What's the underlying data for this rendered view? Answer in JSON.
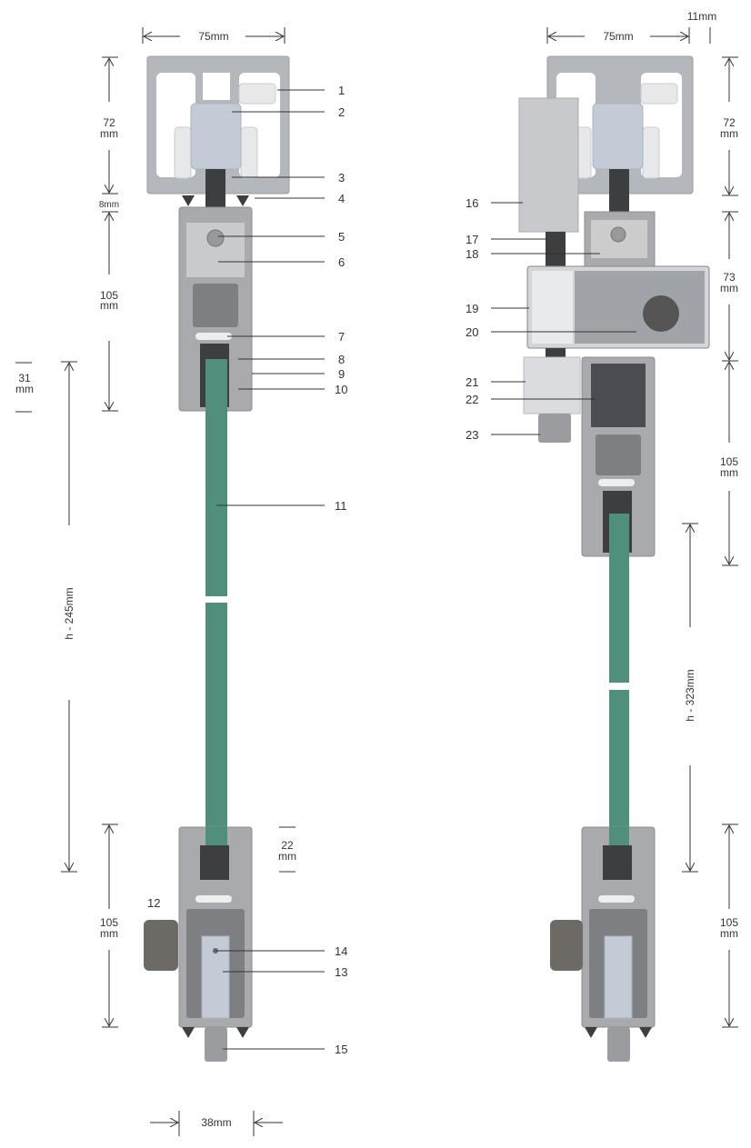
{
  "left": {
    "dimensions": {
      "width_top": "75mm",
      "bracket_height": [
        "72",
        "mm"
      ],
      "gap": "8mm",
      "upper_body": [
        "105",
        "mm"
      ],
      "glass_insert": [
        "31",
        "mm"
      ],
      "glass_height": "h - 245mm",
      "lower_insert": [
        "22",
        "mm"
      ],
      "lower_body": [
        "105",
        "mm"
      ],
      "width_bottom": "38mm"
    },
    "callouts": [
      "1",
      "2",
      "3",
      "4",
      "5",
      "6",
      "7",
      "8",
      "9",
      "10",
      "11",
      "12",
      "13",
      "14",
      "15"
    ]
  },
  "right": {
    "dimensions": {
      "offset": "11mm",
      "width_top": "75mm",
      "bracket_height": [
        "72",
        "mm"
      ],
      "motor_height": [
        "73",
        "mm"
      ],
      "upper_body": [
        "105",
        "mm"
      ],
      "glass_height": "h - 323mm",
      "lower_body": [
        "105",
        "mm"
      ]
    },
    "callouts": [
      "16",
      "17",
      "18",
      "19",
      "20",
      "21",
      "22",
      "23"
    ]
  },
  "colors": {
    "glass": "#4f8f7c",
    "aluminium": "#b4b8bd"
  }
}
